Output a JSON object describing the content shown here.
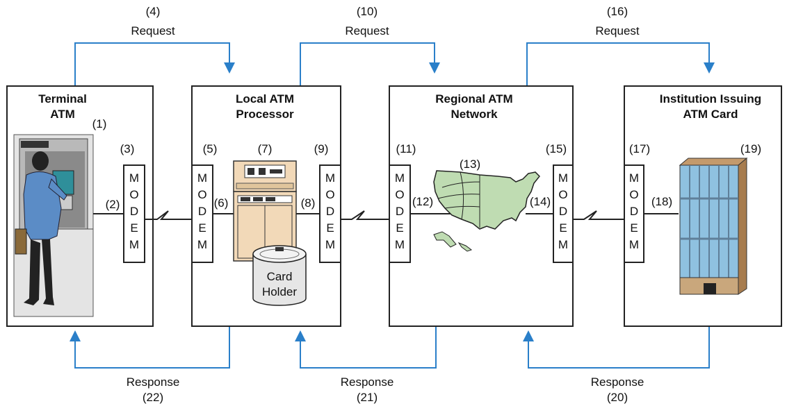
{
  "colors": {
    "flow": "#2a7fc9",
    "outline": "#222222",
    "map_fill": "#bfdcb2",
    "building": "#8fc1e0",
    "atm_body": "#d8d8d8",
    "person_coat": "#5b8cc6",
    "processor": "#f2d9b8"
  },
  "top_flows": [
    {
      "num": "(4)",
      "label": "Request"
    },
    {
      "num": "(10)",
      "label": "Request"
    },
    {
      "num": "(16)",
      "label": "Request"
    }
  ],
  "bottom_flows": [
    {
      "label": "Response",
      "num": "(22)"
    },
    {
      "label": "Response",
      "num": "(21)"
    },
    {
      "label": "Response",
      "num": "(20)"
    }
  ],
  "boxes": [
    {
      "title1": "Terminal",
      "title2": "ATM",
      "numbers": [
        "(1)",
        "(2)",
        "(3)"
      ]
    },
    {
      "title1": "Local ATM",
      "title2": "Processor",
      "numbers": [
        "(5)",
        "(6)",
        "(7)",
        "(8)",
        "(9)"
      ]
    },
    {
      "title1": "Regional ATM",
      "title2": "Network",
      "numbers": [
        "(11)",
        "(12)",
        "(13)",
        "(14)",
        "(15)"
      ]
    },
    {
      "title1": "Institution Issuing",
      "title2": "ATM Card",
      "numbers": [
        "(17)",
        "(18)",
        "(19)"
      ]
    }
  ],
  "modem_letters": [
    "M",
    "O",
    "D",
    "E",
    "M"
  ],
  "card_holder": {
    "line1": "Card",
    "line2": "Holder"
  },
  "icons": [
    "atm-machine-icon",
    "person-icon",
    "processor-cabinet-icon",
    "database-cylinder-icon",
    "us-map-icon",
    "office-building-icon",
    "zigzag-link-icon",
    "arrow-down-icon",
    "arrow-up-icon"
  ]
}
